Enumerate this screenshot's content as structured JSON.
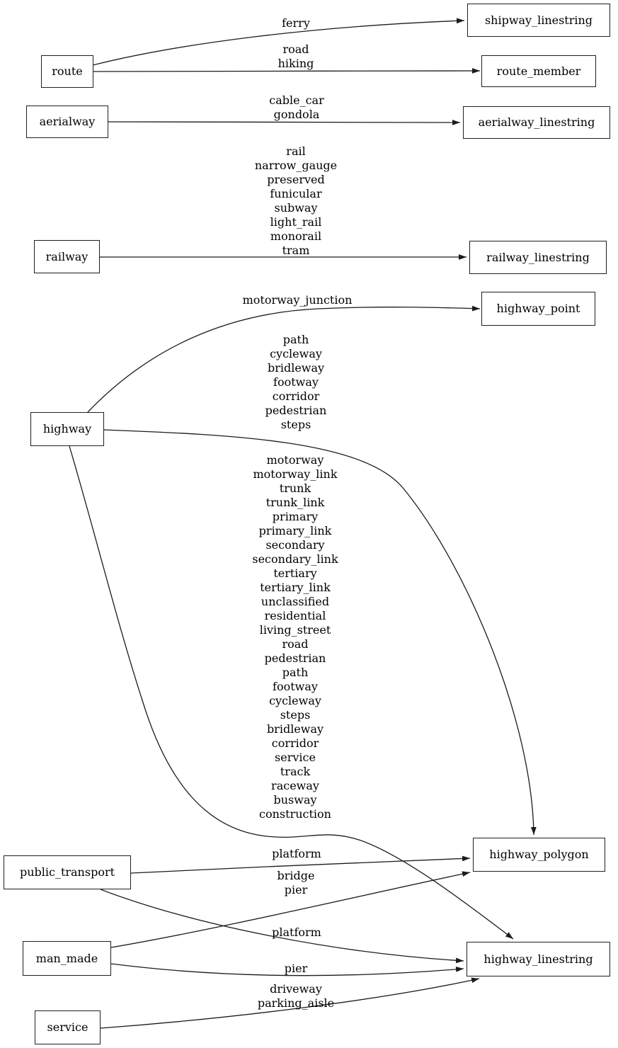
{
  "diagram": {
    "background_color": "#ffffff",
    "line_color": "#1c1c1c",
    "text_color": "#000000",
    "nodes": {
      "route": {
        "label": "route"
      },
      "aerialway": {
        "label": "aerialway"
      },
      "railway": {
        "label": "railway"
      },
      "highway": {
        "label": "highway"
      },
      "public_transport": {
        "label": "public_transport"
      },
      "man_made": {
        "label": "man_made"
      },
      "service": {
        "label": "service"
      },
      "shipway_linestring": {
        "label": "shipway_linestring"
      },
      "route_member": {
        "label": "route_member"
      },
      "aerialway_linestring": {
        "label": "aerialway_linestring"
      },
      "railway_linestring": {
        "label": "railway_linestring"
      },
      "highway_point": {
        "label": "highway_point"
      },
      "highway_polygon": {
        "label": "highway_polygon"
      },
      "highway_linestring": {
        "label": "highway_linestring"
      }
    },
    "edges": [
      {
        "from": "route",
        "to": "shipway_linestring",
        "label": "ferry"
      },
      {
        "from": "route",
        "to": "route_member",
        "label": "road\nhiking"
      },
      {
        "from": "aerialway",
        "to": "aerialway_linestring",
        "label": "cable_car\ngondola"
      },
      {
        "from": "railway",
        "to": "railway_linestring",
        "label": "rail\nnarrow_gauge\npreserved\nfunicular\nsubway\nlight_rail\nmonorail\ntram"
      },
      {
        "from": "highway",
        "to": "highway_point",
        "label": "motorway_junction"
      },
      {
        "from": "highway",
        "to": "highway_polygon",
        "label": "path\ncycleway\nbridleway\nfootway\ncorridor\npedestrian\nsteps"
      },
      {
        "from": "highway",
        "to": "highway_linestring",
        "label": "motorway\nmotorway_link\ntrunk\ntrunk_link\nprimary\nprimary_link\nsecondary\nsecondary_link\ntertiary\ntertiary_link\nunclassified\nresidential\nliving_street\nroad\npedestrian\npath\nfootway\ncycleway\nsteps\nbridleway\ncorridor\nservice\ntrack\nraceway\nbusway\nconstruction"
      },
      {
        "from": "public_transport",
        "to": "highway_polygon",
        "label": "platform"
      },
      {
        "from": "man_made",
        "to": "highway_polygon",
        "label": "bridge\npier"
      },
      {
        "from": "public_transport",
        "to": "highway_linestring",
        "label": "platform"
      },
      {
        "from": "man_made",
        "to": "highway_linestring",
        "label": "pier"
      },
      {
        "from": "service",
        "to": "highway_linestring",
        "label": "driveway\nparking_aisle"
      }
    ]
  }
}
